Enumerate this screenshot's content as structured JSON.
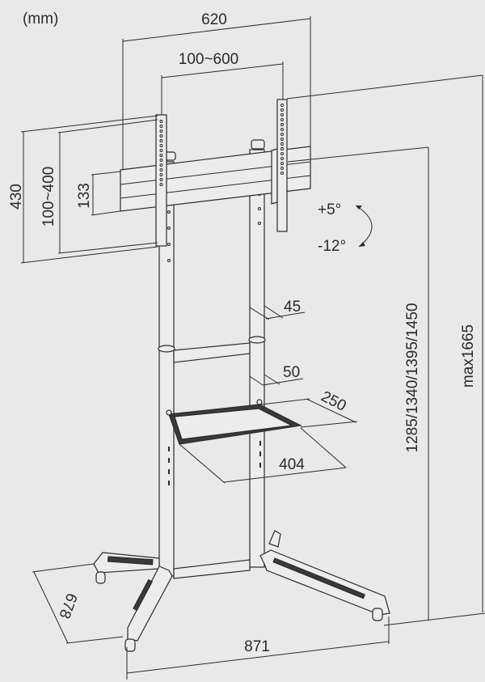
{
  "units": "(mm)",
  "dimensions": {
    "overall_width": "620",
    "vesa_horizontal": "100~600",
    "bracket_height": "430",
    "vesa_vertical": "100~400",
    "rail_height": "133",
    "tilt_up": "+5°",
    "tilt_down": "-12°",
    "tube_upper": "45",
    "tube_lower": "50",
    "shelf_depth": "250",
    "shelf_width": "404",
    "base_depth": "678",
    "base_width": "871",
    "center_heights": "1285/1340/1395/1450",
    "max_height": "max1665"
  },
  "colors": {
    "background": "#e9e9e9",
    "line": "#2a2a2a"
  }
}
